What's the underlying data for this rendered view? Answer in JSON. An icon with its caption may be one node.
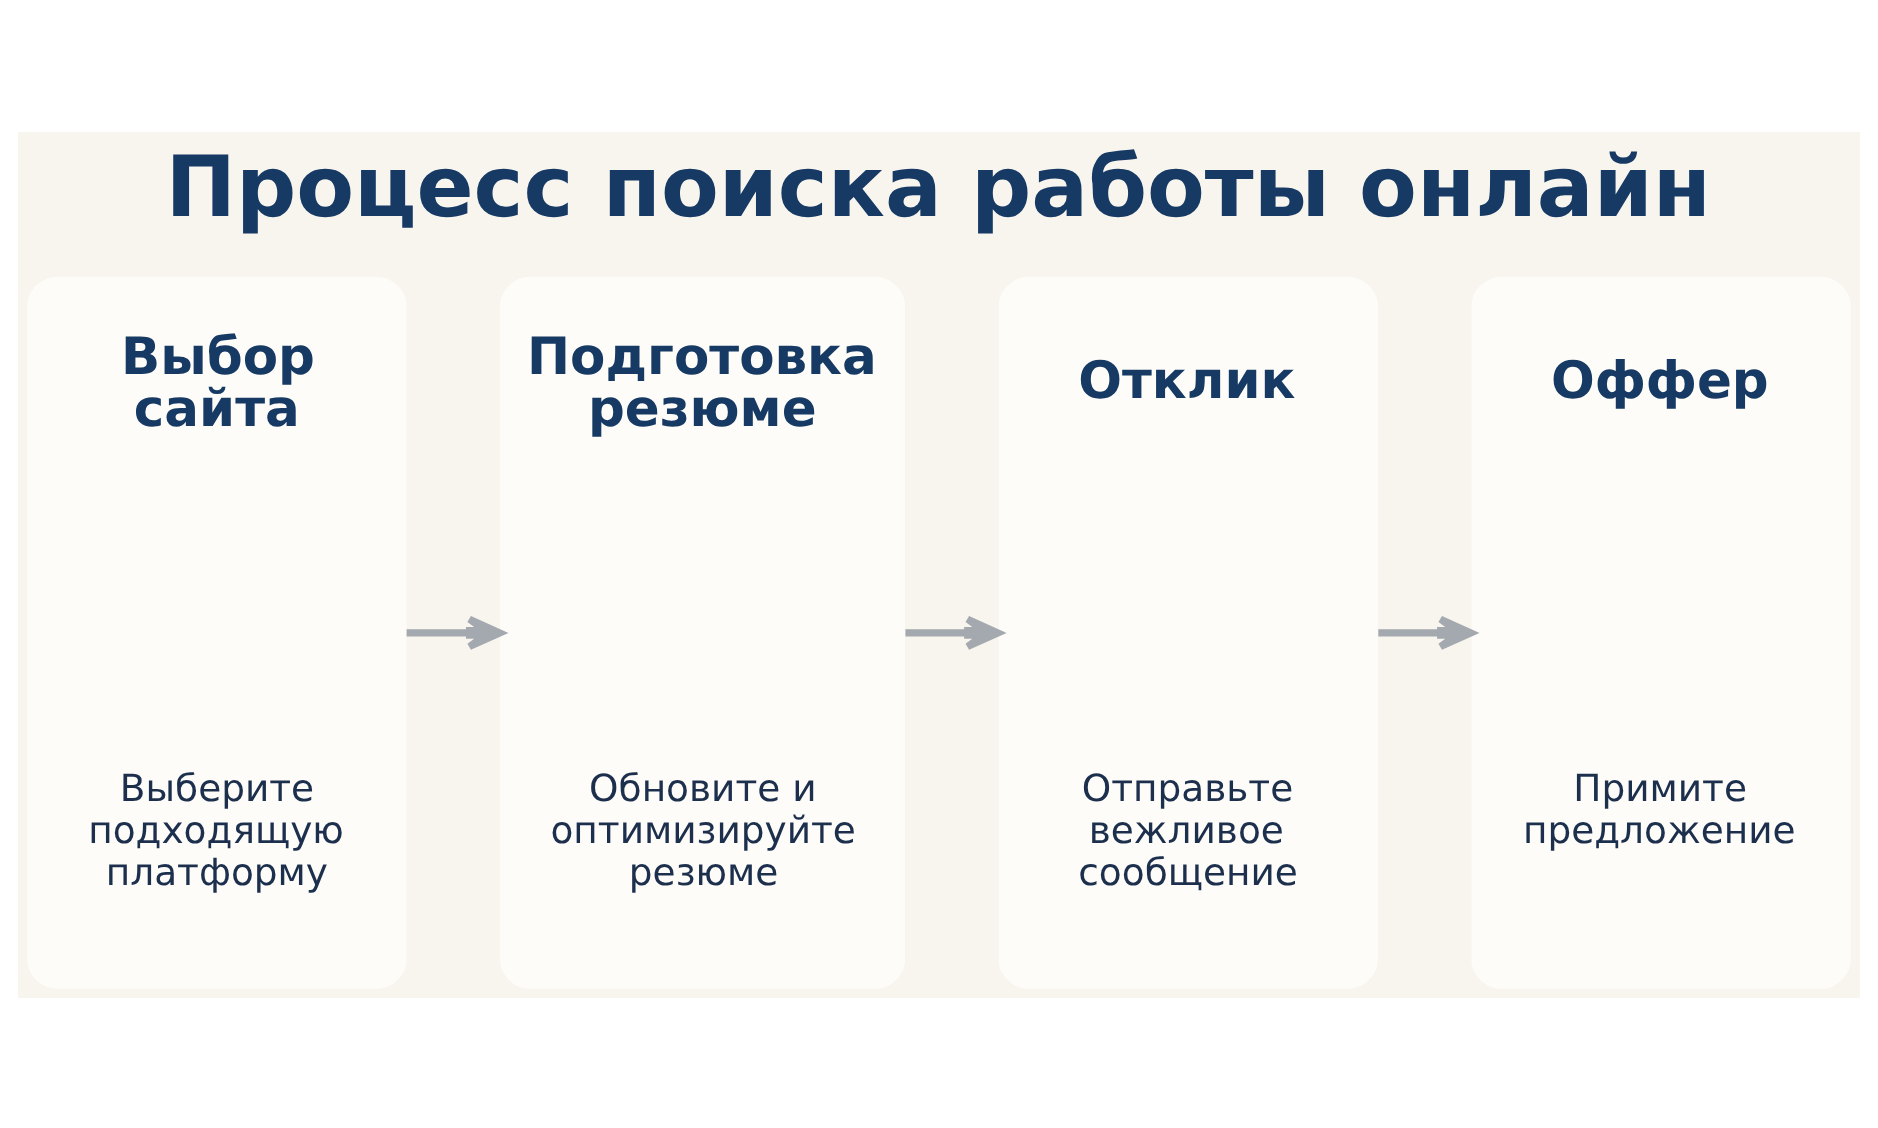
{
  "diagram": {
    "title": "Процесс поиска работы онлайн",
    "nodes": [
      {
        "text": [
          "Выбор сайта",
          "Выберите подходящую платформу"
        ]
      },
      {
        "text": [
          "Подготовка резюме",
          "Обновите и оптимизируйте резюме"
        ]
      },
      {
        "text": [
          "Отклик",
          "Отправьте вежливое сообщение"
        ]
      },
      {
        "text": [
          "Оффер",
          "Примите предложение"
        ]
      }
    ],
    "edges": [
      {
        "from": 0,
        "to": 1,
        "arrow": "to"
      },
      {
        "from": 1,
        "to": 2,
        "arrow": "to"
      },
      {
        "from": 2,
        "to": 3,
        "arrow": "to"
      }
    ]
  }
}
